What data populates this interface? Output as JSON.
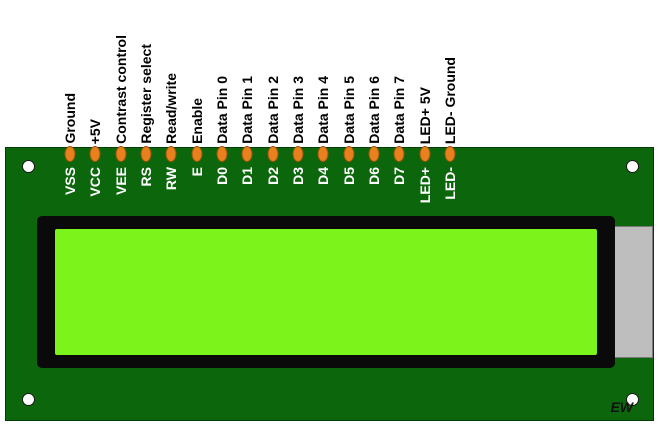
{
  "pins": [
    {
      "name": "VSS",
      "desc": "Ground"
    },
    {
      "name": "VCC",
      "desc": "+5V"
    },
    {
      "name": "VEE",
      "desc": "Contrast control"
    },
    {
      "name": "RS",
      "desc": "Register select"
    },
    {
      "name": "RW",
      "desc": "Read/write"
    },
    {
      "name": "E",
      "desc": "Enable"
    },
    {
      "name": "D0",
      "desc": "Data Pin 0"
    },
    {
      "name": "D1",
      "desc": "Data Pin 1"
    },
    {
      "name": "D2",
      "desc": "Data Pin 2"
    },
    {
      "name": "D3",
      "desc": "Data Pin 3"
    },
    {
      "name": "D4",
      "desc": "Data Pin 4"
    },
    {
      "name": "D5",
      "desc": "Data Pin 5"
    },
    {
      "name": "D6",
      "desc": "Data Pin 6"
    },
    {
      "name": "D7",
      "desc": "Data Pin 7"
    },
    {
      "name": "LED+",
      "desc": "LED+ 5V"
    },
    {
      "name": "LED-",
      "desc": "LED- Ground"
    }
  ],
  "watermark": "EW",
  "colors": {
    "pcb": "#0C660C",
    "screen": "#7CF41C",
    "bezel": "#0A0A0A",
    "pin": "#E8801E",
    "tab": "#BEBEBE",
    "hole": "#FFFFFF",
    "pinlabel": "#FFFFFF",
    "desctext": "#000000"
  }
}
